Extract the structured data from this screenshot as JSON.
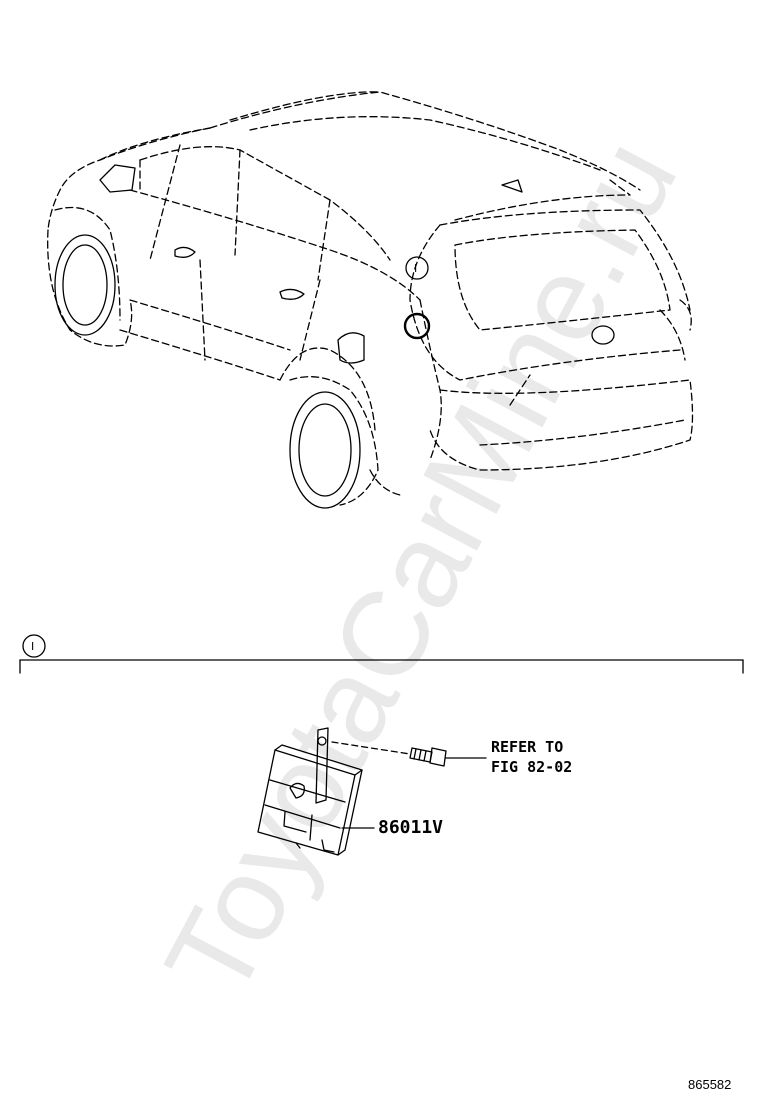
{
  "watermark": "ToyotaCarMine.ru",
  "callout": {
    "letter": "I"
  },
  "parts": {
    "refer_line1": "REFER TO",
    "refer_line2": "FIG 82-02",
    "part_number": "86011V"
  },
  "figure_id": "865582"
}
